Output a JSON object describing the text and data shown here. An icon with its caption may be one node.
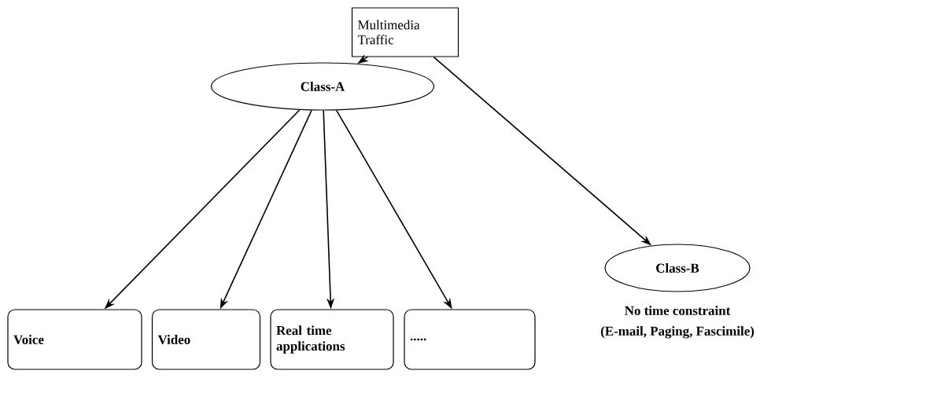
{
  "diagram": {
    "nodes": [
      {
        "text": [
          "Multimedia Traffic"
        ]
      },
      {
        "text": [
          "Class-A"
        ]
      },
      {
        "text": [
          "Class-B"
        ],
        "beside": [
          "No time constraint",
          "(E-mail, Paging, Fascimile)"
        ]
      },
      {
        "text": [
          "Voice"
        ]
      },
      {
        "text": [
          "Video"
        ]
      },
      {
        "text": [
          "Real time applications"
        ]
      },
      {
        "text": [
          "....."
        ]
      }
    ],
    "edges": [
      {
        "from": 0,
        "to": 1,
        "arrow": "to"
      },
      {
        "from": 0,
        "to": 2,
        "arrow": "to"
      },
      {
        "from": 1,
        "to": 3,
        "arrow": "to"
      },
      {
        "from": 1,
        "to": 4,
        "arrow": "to"
      },
      {
        "from": 1,
        "to": 5,
        "arrow": "to"
      },
      {
        "from": 1,
        "to": 6,
        "arrow": "to"
      }
    ]
  }
}
